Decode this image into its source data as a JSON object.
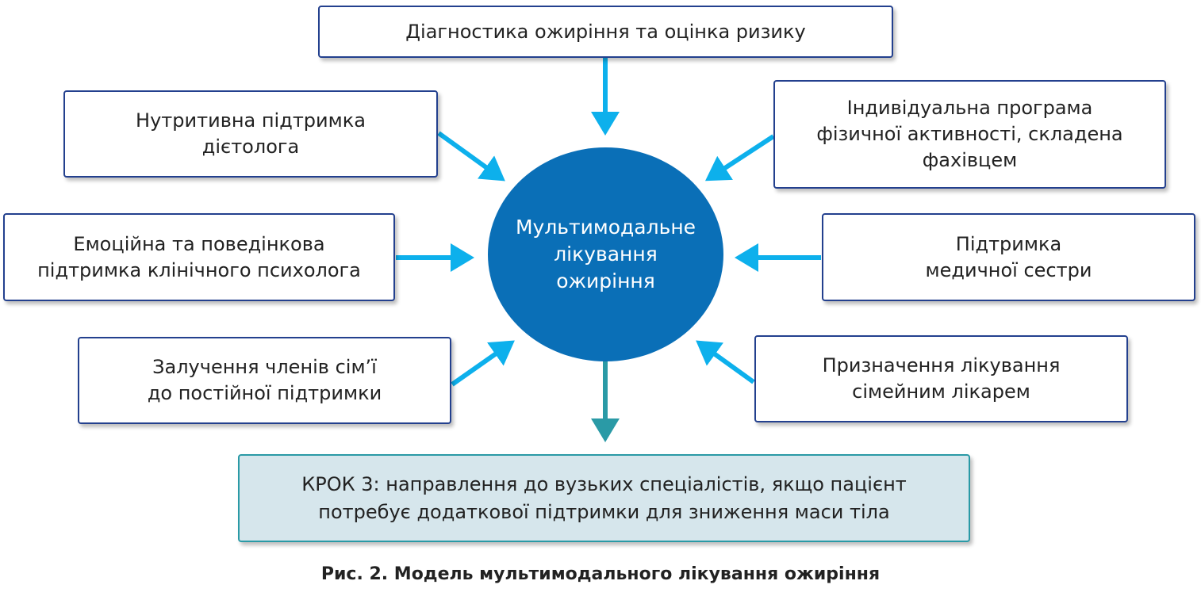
{
  "center": {
    "label": "Мультимодальне\nлікування\nожиріння"
  },
  "boxes": {
    "top": "Діагностика ожиріння та оцінка ризику",
    "left1": "Нутритивна підтримка\nдієтолога",
    "right1": "Індивідуальна програма\nфізичної активності, складена\nфахівцем",
    "left2": "Емоційна та поведінкова\nпідтримка клінічного психолога",
    "right2": "Підтримка\nмедичної сестри",
    "left3": "Залучення членів сім’ї\nдо постійної підтримки",
    "right3": "Призначення лікування\nсімейним лікарем"
  },
  "step": {
    "line1": "КРОК 3: направлення до вузьких спеціалістів, якщо пацієнт",
    "line2": "потребує додаткової підтримки для зниження маси тіла"
  },
  "caption": "Рис. 2. Модель мультимодального лікування ожиріння",
  "colors": {
    "arrow": "#0db0ec",
    "arrow_bottom": "#2a9aa6",
    "center": "#0a6fb7",
    "border": "#23408e",
    "step_fill": "#d6e6ec"
  }
}
